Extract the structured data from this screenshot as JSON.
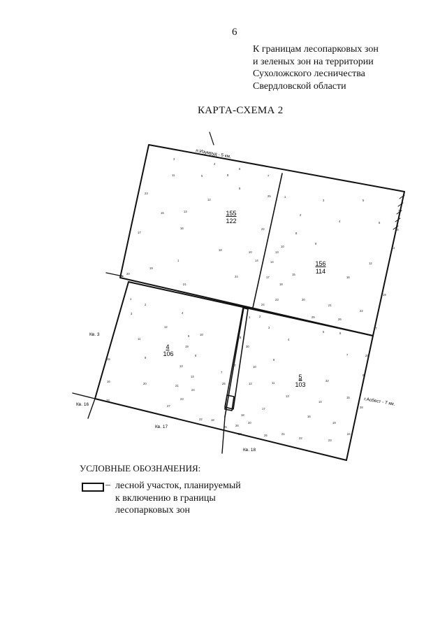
{
  "page_number": "6",
  "header_note": [
    "К границам лесопарковых зон",
    "и зеленых зон на территории",
    "Сухоложского лесничества",
    "Свердловской области"
  ],
  "map_title": "КАРТА-СХЕМА 2",
  "directions": {
    "north": "п.Изумруд - 5 км.",
    "east": "г.Асбест - 7 км."
  },
  "quarters": [
    {
      "id": "155",
      "top": "155",
      "bottom": "122"
    },
    {
      "id": "156",
      "top": "156",
      "bottom": "114"
    },
    {
      "id": "4",
      "top": "4",
      "bottom": "106"
    },
    {
      "id": "5",
      "top": "5",
      "bottom": "103"
    }
  ],
  "neighbor_quarters": {
    "kv3": "Кв. 3",
    "kv16": "Кв. 16",
    "kv17": "Кв. 17",
    "kv18": "Кв. 18"
  },
  "plot_numbers": {
    "q155": [
      "3",
      "4",
      "11",
      "5",
      "6",
      "8",
      "7",
      "9",
      "12",
      "13",
      "15",
      "16",
      "17",
      "18",
      "1",
      "14",
      "19",
      "20",
      "21",
      "22",
      "23",
      "24",
      "25",
      "10"
    ],
    "q156": [
      "1",
      "2",
      "3",
      "4",
      "5",
      "6",
      "7",
      "8",
      "9",
      "10",
      "11",
      "12",
      "13",
      "14",
      "15",
      "16",
      "17",
      "18",
      "19",
      "20",
      "21",
      "22",
      "23",
      "24",
      "25",
      "26",
      "27",
      "28"
    ],
    "q4": [
      "1",
      "2",
      "3",
      "4",
      "5",
      "6",
      "7",
      "8",
      "9",
      "10",
      "11",
      "12",
      "13",
      "14",
      "15",
      "16",
      "17",
      "18",
      "19",
      "20",
      "21",
      "22",
      "23",
      "24",
      "25",
      "26",
      "27",
      "28"
    ],
    "q5": [
      "1",
      "2",
      "3",
      "4",
      "5",
      "6",
      "7",
      "8",
      "9",
      "10",
      "11",
      "12",
      "13",
      "14",
      "15",
      "16",
      "17",
      "18",
      "19",
      "20",
      "21",
      "22",
      "23",
      "24",
      "25",
      "26",
      "27",
      "28",
      "29",
      "30",
      "31",
      "32"
    ]
  },
  "legend": {
    "title": "УСЛОВНЫЕ ОБОЗНАЧЕНИЯ:",
    "dash": "–",
    "text": [
      "лесной участок, планируемый",
      "к включению в границы",
      "лесопарковых зон"
    ]
  }
}
